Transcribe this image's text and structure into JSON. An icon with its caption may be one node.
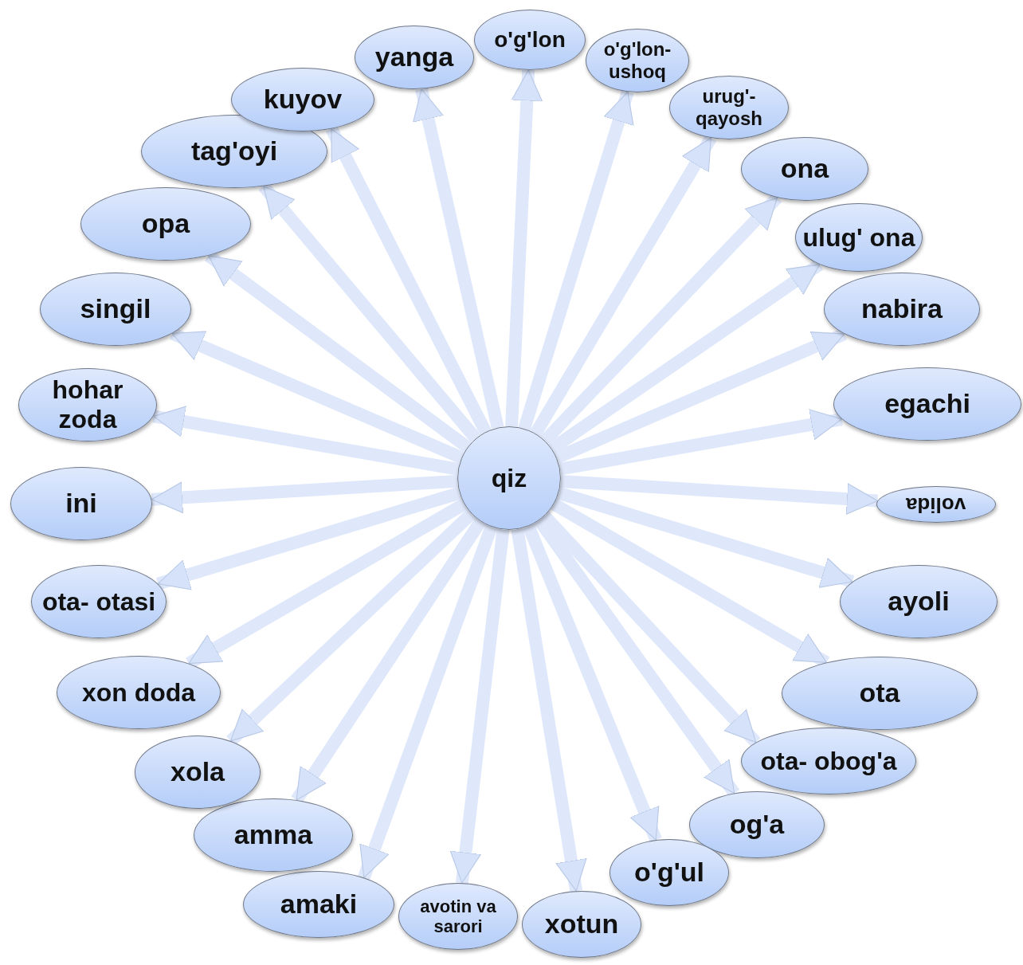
{
  "diagram": {
    "nodes": [
      {
        "text": [
          "qiz"
        ]
      },
      {
        "text": [
          "yanga"
        ]
      },
      {
        "text": [
          "o'g'lon"
        ]
      },
      {
        "text": [
          "o'g'lon- ushoq"
        ]
      },
      {
        "text": [
          "urug'- qayosh"
        ]
      },
      {
        "text": [
          "ona"
        ]
      },
      {
        "text": [
          "ulug' ona"
        ]
      },
      {
        "text": [
          "nabira"
        ]
      },
      {
        "text": [
          "egachi"
        ]
      },
      {
        "text": [
          "volida"
        ]
      },
      {
        "text": [
          "ayoli"
        ]
      },
      {
        "text": [
          "ota"
        ]
      },
      {
        "text": [
          "ota- obog'a"
        ]
      },
      {
        "text": [
          "og'a"
        ]
      },
      {
        "text": [
          "o'g'ul"
        ]
      },
      {
        "text": [
          "xotun"
        ]
      },
      {
        "text": [
          "avotin va sarori"
        ]
      },
      {
        "text": [
          "amaki"
        ]
      },
      {
        "text": [
          "amma"
        ]
      },
      {
        "text": [
          "xola"
        ]
      },
      {
        "text": [
          "xon doda"
        ]
      },
      {
        "text": [
          "ota- otasi"
        ]
      },
      {
        "text": [
          "ini"
        ]
      },
      {
        "text": [
          "hohar zoda"
        ]
      },
      {
        "text": [
          "singil"
        ]
      },
      {
        "text": [
          "opa"
        ]
      },
      {
        "text": [
          "tag'oyi"
        ]
      },
      {
        "text": [
          "kuyov"
        ]
      }
    ],
    "edges": [
      {
        "from": 0,
        "to": 1,
        "arrow": "to"
      },
      {
        "from": 0,
        "to": 2,
        "arrow": "to"
      },
      {
        "from": 0,
        "to": 3,
        "arrow": "to"
      },
      {
        "from": 0,
        "to": 4,
        "arrow": "to"
      },
      {
        "from": 0,
        "to": 5,
        "arrow": "to"
      },
      {
        "from": 0,
        "to": 6,
        "arrow": "to"
      },
      {
        "from": 0,
        "to": 7,
        "arrow": "to"
      },
      {
        "from": 0,
        "to": 8,
        "arrow": "to"
      },
      {
        "from": 0,
        "to": 9,
        "arrow": "to"
      },
      {
        "from": 0,
        "to": 10,
        "arrow": "to"
      },
      {
        "from": 0,
        "to": 11,
        "arrow": "to"
      },
      {
        "from": 0,
        "to": 12,
        "arrow": "to"
      },
      {
        "from": 0,
        "to": 13,
        "arrow": "to"
      },
      {
        "from": 0,
        "to": 14,
        "arrow": "to"
      },
      {
        "from": 0,
        "to": 15,
        "arrow": "to"
      },
      {
        "from": 0,
        "to": 16,
        "arrow": "to"
      },
      {
        "from": 0,
        "to": 17,
        "arrow": "to"
      },
      {
        "from": 0,
        "to": 18,
        "arrow": "to"
      },
      {
        "from": 0,
        "to": 19,
        "arrow": "to"
      },
      {
        "from": 0,
        "to": 20,
        "arrow": "to"
      },
      {
        "from": 0,
        "to": 21,
        "arrow": "to"
      },
      {
        "from": 0,
        "to": 22,
        "arrow": "to"
      },
      {
        "from": 0,
        "to": 23,
        "arrow": "to"
      },
      {
        "from": 0,
        "to": 24,
        "arrow": "to"
      },
      {
        "from": 0,
        "to": 25,
        "arrow": "to"
      },
      {
        "from": 0,
        "to": 26,
        "arrow": "to"
      },
      {
        "from": 0,
        "to": 27,
        "arrow": "to"
      }
    ]
  }
}
